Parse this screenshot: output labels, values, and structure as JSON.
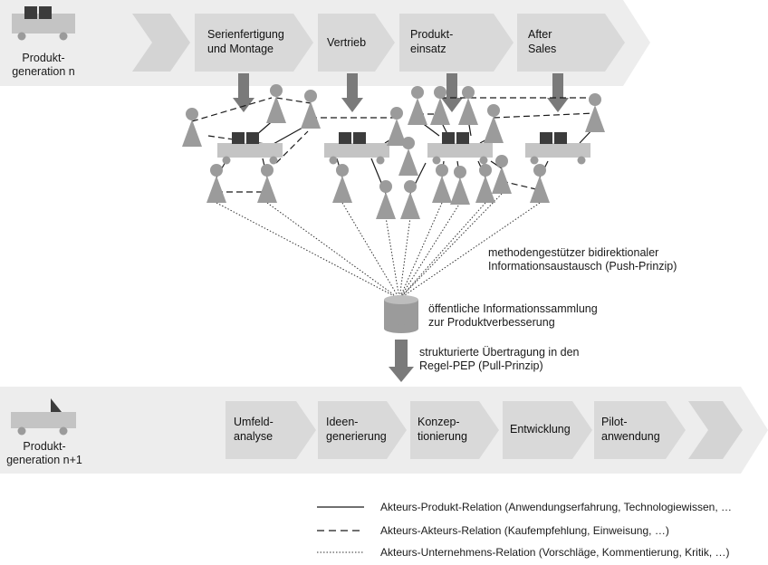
{
  "top_band": {
    "generation_label": "Produkt-\ngeneration n",
    "stages": [
      "Serienfertigung\nund Montage",
      "Vertrieb",
      "Produkt-\neinsatz",
      "After\nSales"
    ]
  },
  "exchange_label": "methodengestützer bidirektionaler\nInformationsaustausch (Push-Prinzip)",
  "database_label": "öffentliche Informationssammlung\nzur Produktverbesserung",
  "transfer_label": "strukturierte Übertragung in den\nRegel-PEP (Pull-Prinzip)",
  "bottom_band": {
    "generation_label": "Produkt-\ngeneration n+1",
    "stages": [
      "Umfeld-\nanalyse",
      "Ideen-\ngenerierung",
      "Konzep-\ntionierung",
      "Entwicklung",
      "Pilot-\nanwendung"
    ]
  },
  "legend": [
    {
      "style": "solid",
      "label": "Akteurs-Produkt-Relation (Anwendungserfahrung, Technologiewissen, …"
    },
    {
      "style": "dashed",
      "label": "Akteurs-Akteurs-Relation (Kaufempfehlung, Einweisung, …)"
    },
    {
      "style": "dotted",
      "label": "Akteurs-Unternehmens-Relation (Vorschläge, Kommentierung, Kritik, …)"
    }
  ],
  "colors": {
    "band": "#ededed",
    "chevron": "#d9d9d9",
    "chevron_blank": "#d4d4d4",
    "arrow": "#7a7a7a",
    "actor": "#9b9b9b",
    "car_body": "#c4c4c4",
    "car_cabin": "#3c3c3c",
    "line": "#1a1a1a"
  }
}
